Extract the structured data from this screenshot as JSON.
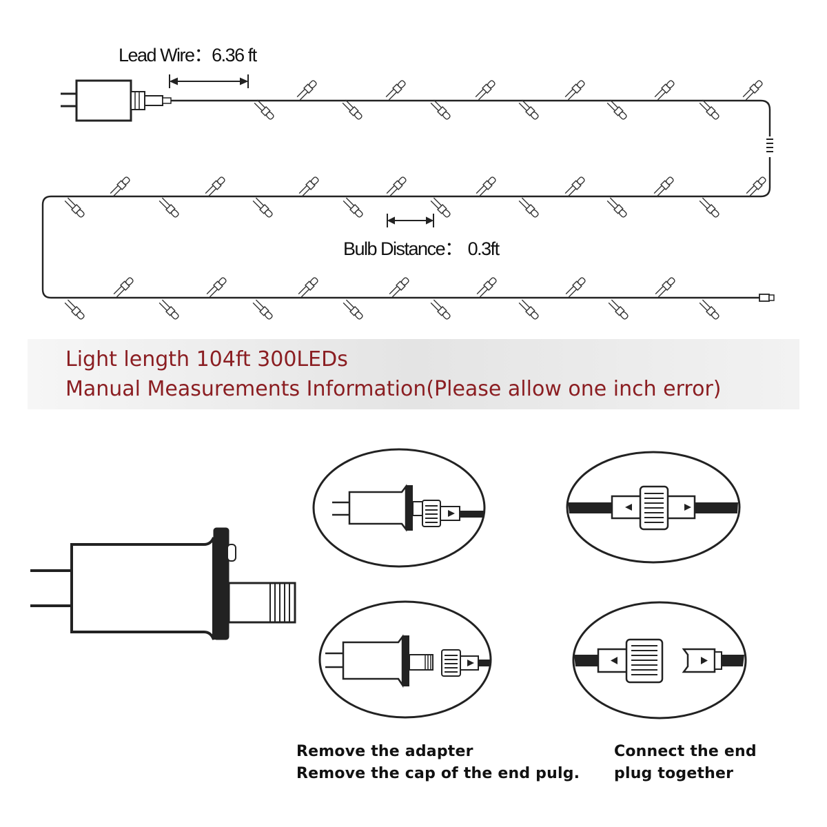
{
  "diagram": {
    "lead_wire_label": "Lead Wire：",
    "lead_wire_value": "6.36 ft",
    "bulb_distance_label": "Bulb Distance：",
    "bulb_distance_value": "0.3ft"
  },
  "banner": {
    "line1": "Light length 104ft 300LEDs",
    "line2": "Manual Measurements Information(Please allow one inch error)",
    "text_color": "#8b1e22"
  },
  "steps": {
    "left_caption_line1": "Remove the adapter",
    "left_caption_line2": "Remove the cap of the end pulg.",
    "right_caption_line1": "Connect the end",
    "right_caption_line2": "plug together"
  }
}
